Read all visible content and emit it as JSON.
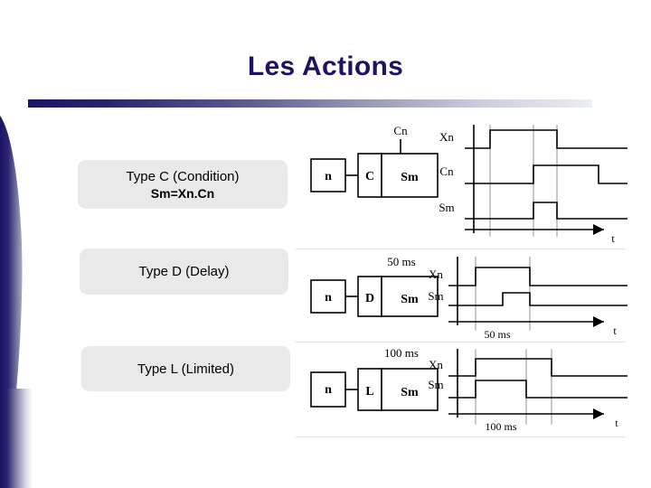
{
  "slide": {
    "title": "Les Actions",
    "accent_color": "#1b1464",
    "pill_bg": "#e9e9e9"
  },
  "rows": [
    {
      "id": "type-c",
      "label_line1": "Type C (Condition)",
      "label_line2": "Sm=Xn.Cn",
      "block": {
        "input_label": "n",
        "op_label": "C",
        "output_label": "Sm",
        "top_label": "Cn"
      },
      "timing": {
        "signals": [
          "Xn",
          "Cn",
          "Sm"
        ],
        "axis_label": "t",
        "note": ""
      }
    },
    {
      "id": "type-d",
      "label_line1": "Type D (Delay)",
      "label_line2": "",
      "block": {
        "input_label": "n",
        "op_label": "D",
        "output_label": "Sm",
        "top_label": "50 ms"
      },
      "timing": {
        "signals": [
          "Xn",
          "Sm"
        ],
        "axis_label": "t",
        "note": "50 ms"
      }
    },
    {
      "id": "type-l",
      "label_line1": "Type L (Limited)",
      "label_line2": "",
      "block": {
        "input_label": "n",
        "op_label": "L",
        "output_label": "Sm",
        "top_label": "100 ms"
      },
      "timing": {
        "signals": [
          "Xn",
          "Sm"
        ],
        "axis_label": "t",
        "note": "100 ms"
      }
    }
  ]
}
